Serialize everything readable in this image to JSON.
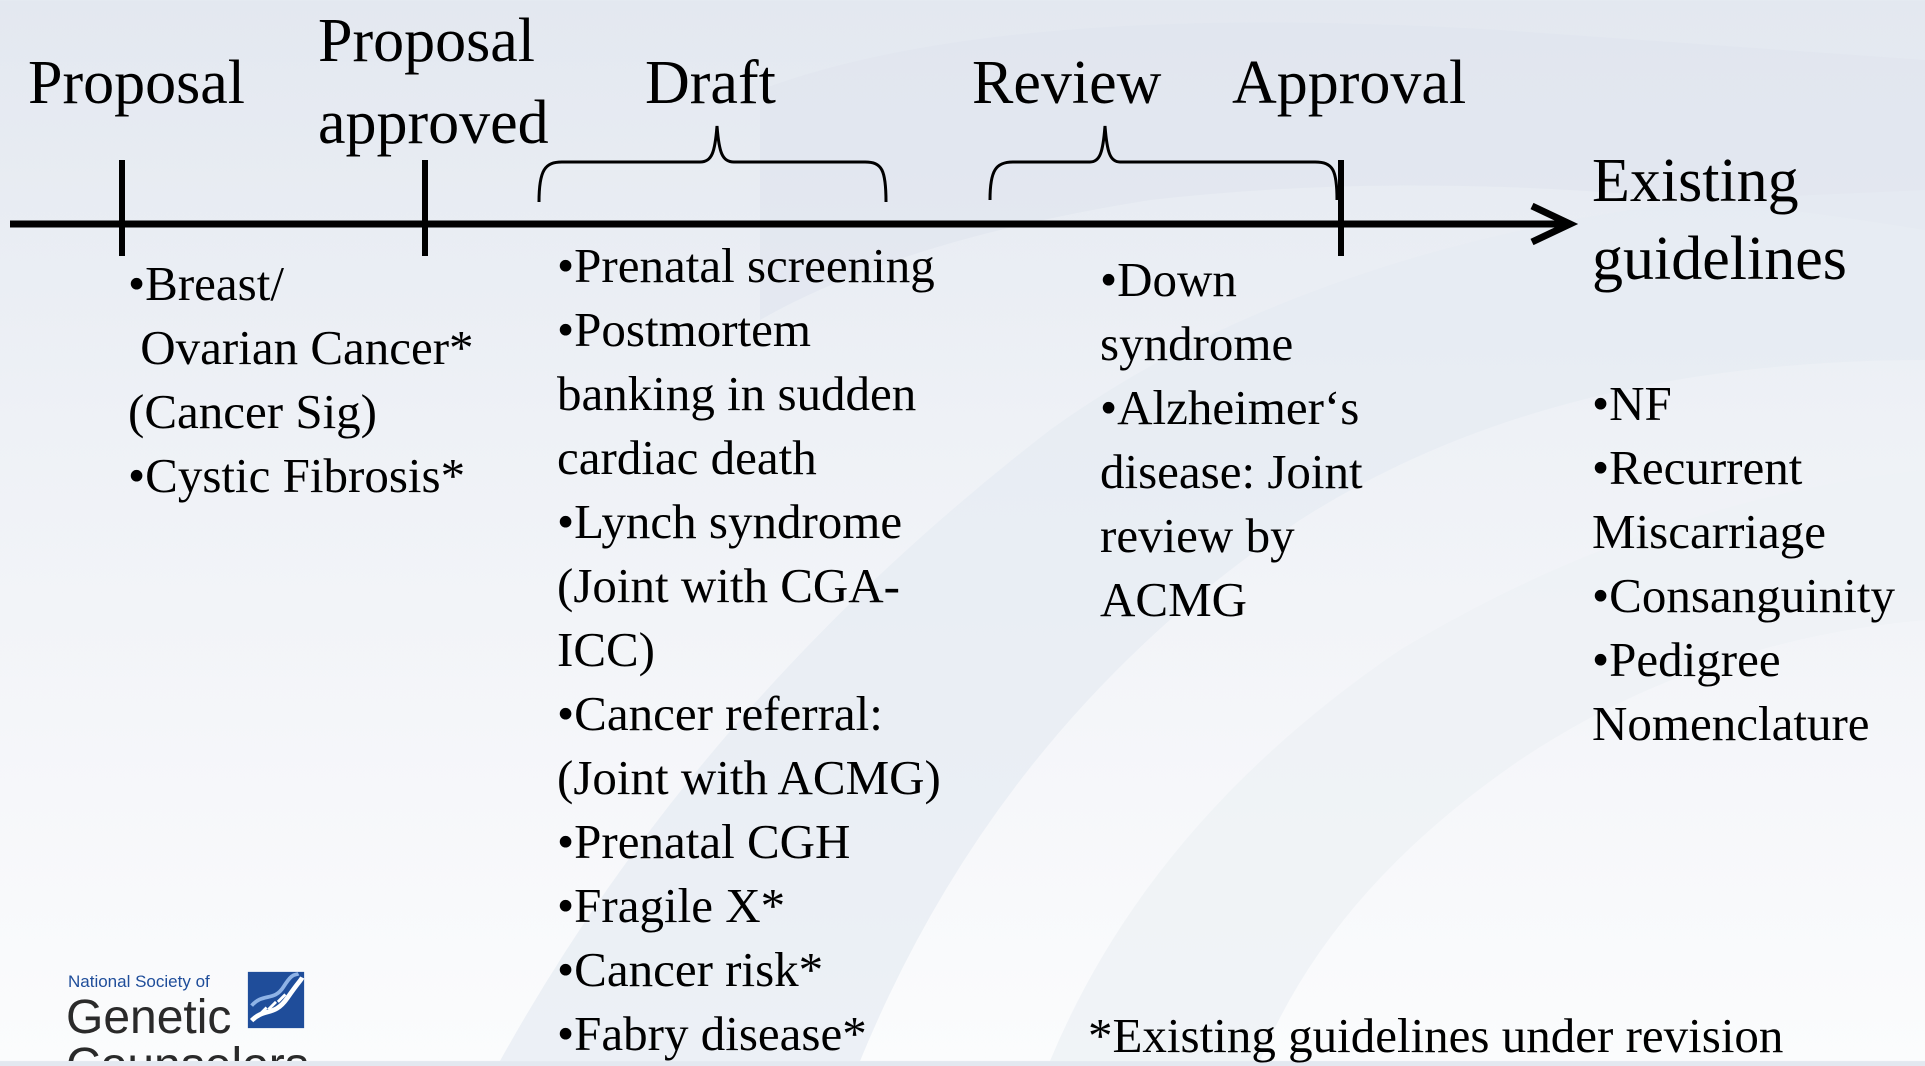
{
  "stages": {
    "proposal": "Proposal",
    "proposal_approved_line1": "Proposal",
    "proposal_approved_line2": "approved",
    "draft": "Draft",
    "review": "Review",
    "approval": "Approval",
    "existing_line1": "Existing",
    "existing_line2": "guidelines"
  },
  "proposal_items": [
    "•Breast/",
    " Ovarian Cancer*",
    "(Cancer Sig)",
    "•Cystic Fibrosis*"
  ],
  "draft_items": [
    "•Prenatal screening",
    "•Postmortem",
    "banking in sudden",
    "cardiac death",
    "•Lynch syndrome",
    "(Joint with CGA-",
    "ICC)",
    "•Cancer referral:",
    "(Joint with ACMG)",
    "•Prenatal CGH",
    "•Fragile X*",
    "•Cancer risk*",
    "•Fabry disease*"
  ],
  "review_items": [
    "•Down",
    "syndrome",
    "•Alzheimer‘s",
    "disease: Joint",
    "review by",
    "ACMG"
  ],
  "existing_items": [
    "•NF",
    "•Recurrent",
    "Miscarriage",
    "•Consanguinity",
    "•Pedigree",
    "Nomenclature"
  ],
  "footnote": "*Existing guidelines under revision",
  "logo": {
    "line1": "National Society of",
    "line2": "Genetic",
    "line3": "Counselors"
  },
  "colors": {
    "line": "#000000",
    "logo_blue": "#1f4d9a"
  }
}
